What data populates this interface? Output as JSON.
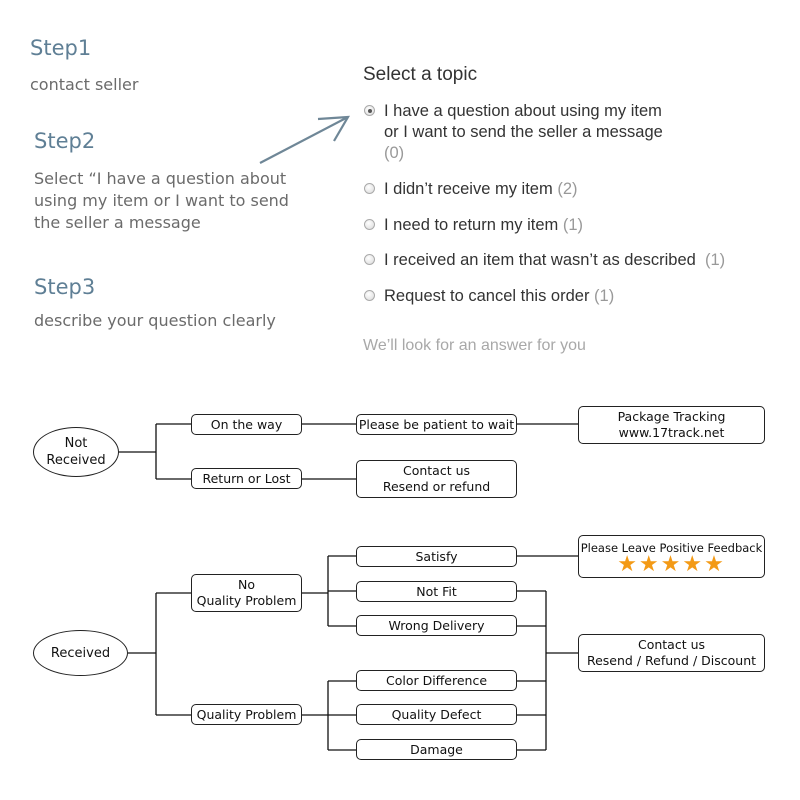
{
  "steps": [
    {
      "title": "Step1",
      "text": "contact seller"
    },
    {
      "title": "Step2",
      "text": "Select “I have a question about using my item or I want to send the seller a message"
    },
    {
      "title": "Step3",
      "text": "describe your question clearly"
    }
  ],
  "topic": {
    "title": "Select a topic",
    "options": [
      {
        "label": "I have a question about using my item or I want to send the seller a message",
        "count": "(0)",
        "selected": true
      },
      {
        "label": "I didn’t receive my item",
        "count": "(2)",
        "selected": false
      },
      {
        "label": "I need to return my item",
        "count": "(1)",
        "selected": false
      },
      {
        "label": "I received an item that wasn’t as described",
        "count": "(1)",
        "selected": false
      },
      {
        "label": "Request to cancel this order",
        "count": "(1)",
        "selected": false
      }
    ],
    "hint": "We’ll look for an answer for you"
  },
  "flow_not_received": {
    "root": "Not\nReceived",
    "on_the_way": "On the way",
    "return_or_lost": "Return or Lost",
    "be_patient": "Please be patient to wait",
    "contact_resend": "Contact us\nResend or refund",
    "tracking": "Package Tracking\nwww.17track.net"
  },
  "flow_received": {
    "root": "Received",
    "no_quality_problem": "No\nQuality Problem",
    "quality_problem": "Quality Problem",
    "satisfy": "Satisfy",
    "not_fit": "Not Fit",
    "wrong_delivery": "Wrong Delivery",
    "color_difference": "Color Difference",
    "quality_defect": "Quality Defect",
    "damage": "Damage",
    "feedback_title": "Please Leave Positive Feedback",
    "feedback_stars": "★★★★★",
    "contact_discount": "Contact us\nResend / Refund / Discount"
  },
  "colors": {
    "step_title": "#5f7f95",
    "arrow": "#6f8797",
    "star": "#f39a16"
  }
}
